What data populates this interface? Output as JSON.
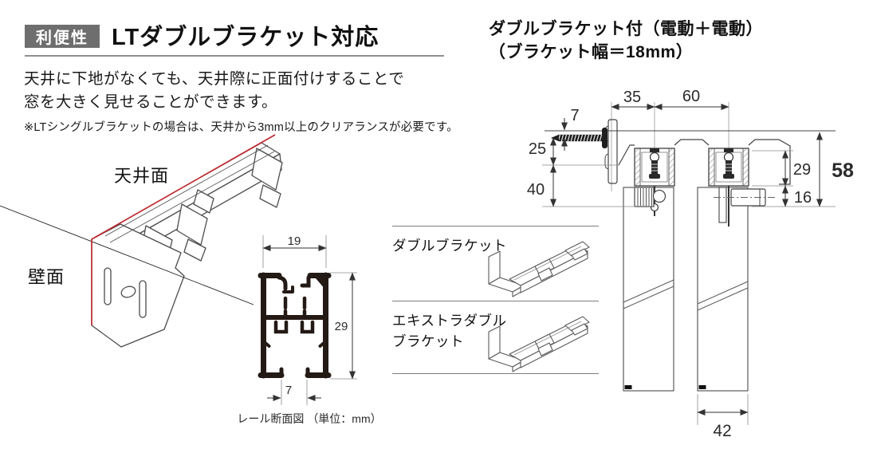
{
  "colors": {
    "badge_bg": "#6e6e6e",
    "accent_red": "#c1272d",
    "rule_gray": "#8f8f8f",
    "ink": "#1a1a1a"
  },
  "header": {
    "badge": "利便性",
    "title": "LTダブルブラケット対応",
    "description_line1": "天井に下地がなくても、天井際に正面付けすることで",
    "description_line2": "窓を大きく見せることができます。",
    "note": "※LTシングルブラケットの場合は、天井から3mm以上のクリアランスが必要です。"
  },
  "right_heading": {
    "line1": "ダブルブラケット付（電動＋電動）",
    "line2": "（ブラケット幅＝18mm）"
  },
  "iso_diagram": {
    "ceiling_label": "天井面",
    "wall_label": "壁面"
  },
  "rail_section": {
    "width_mm": "19",
    "height_mm": "29",
    "slot_mm": "7",
    "caption": "レール断面図 （単位：mm）"
  },
  "bracket_list": {
    "item1_label": "ダブルブラケット",
    "item2_label_line1": "エキストラダブル",
    "item2_label_line2": "ブラケット"
  },
  "tech_drawing": {
    "dim_screw_clearance": "7",
    "dim_upper": "25",
    "dim_lower": "40",
    "dim_wall_to_rail1": "35",
    "dim_rail_spacing": "60",
    "dim_rail_height": "29",
    "dim_below_rail": "16",
    "dim_total": "58",
    "dim_fabric_width": "42"
  }
}
